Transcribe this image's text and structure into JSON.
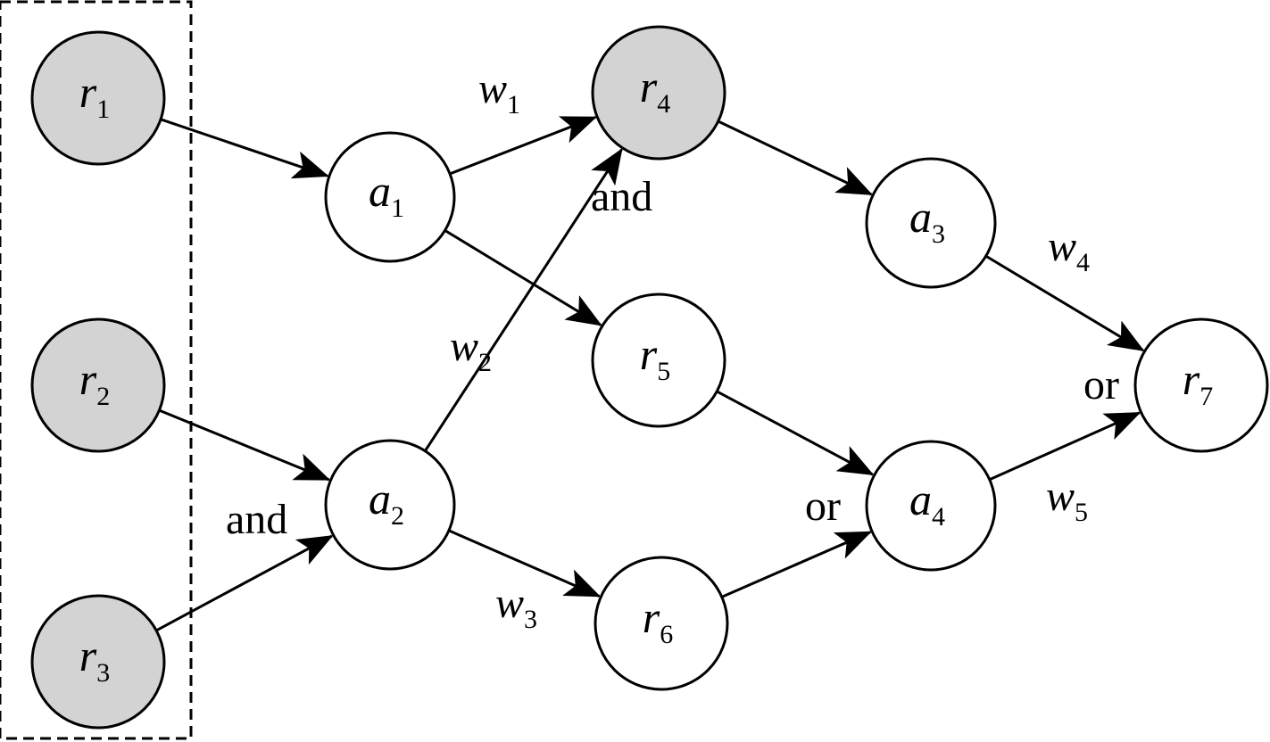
{
  "colors": {
    "shaded_fill": "#d3d3d3",
    "plain_fill": "#ffffff",
    "stroke": "#000000"
  },
  "nodes": [
    {
      "id": "r1",
      "base": "r",
      "sub": "1",
      "shaded": true
    },
    {
      "id": "r2",
      "base": "r",
      "sub": "2",
      "shaded": true
    },
    {
      "id": "r3",
      "base": "r",
      "sub": "3",
      "shaded": true
    },
    {
      "id": "a1",
      "base": "a",
      "sub": "1",
      "shaded": false
    },
    {
      "id": "a2",
      "base": "a",
      "sub": "2",
      "shaded": false
    },
    {
      "id": "r4",
      "base": "r",
      "sub": "4",
      "shaded": true
    },
    {
      "id": "r5",
      "base": "r",
      "sub": "5",
      "shaded": false
    },
    {
      "id": "r6",
      "base": "r",
      "sub": "6",
      "shaded": false
    },
    {
      "id": "a3",
      "base": "a",
      "sub": "3",
      "shaded": false
    },
    {
      "id": "a4",
      "base": "a",
      "sub": "4",
      "shaded": false
    },
    {
      "id": "r7",
      "base": "r",
      "sub": "7",
      "shaded": false
    }
  ],
  "edges": [
    {
      "from": "r1",
      "to": "a1"
    },
    {
      "from": "r2",
      "to": "a2"
    },
    {
      "from": "r3",
      "to": "a2"
    },
    {
      "from": "a1",
      "to": "r4"
    },
    {
      "from": "a1",
      "to": "r5"
    },
    {
      "from": "a2",
      "to": "r4"
    },
    {
      "from": "a2",
      "to": "r6"
    },
    {
      "from": "r4",
      "to": "a3"
    },
    {
      "from": "r5",
      "to": "a4"
    },
    {
      "from": "r6",
      "to": "a4"
    },
    {
      "from": "a3",
      "to": "r7"
    },
    {
      "from": "a4",
      "to": "r7"
    }
  ],
  "labels": [
    {
      "id": "w1",
      "base": "w",
      "sub": "1"
    },
    {
      "id": "w2",
      "base": "w",
      "sub": "2"
    },
    {
      "id": "w3",
      "base": "w",
      "sub": "3"
    },
    {
      "id": "w4",
      "base": "w",
      "sub": "4"
    },
    {
      "id": "w5",
      "base": "w",
      "sub": "5"
    },
    {
      "id": "and-a2",
      "text": "and"
    },
    {
      "id": "and-r4",
      "text": "and"
    },
    {
      "id": "or-a4",
      "text": "or"
    },
    {
      "id": "or-r7",
      "text": "or"
    }
  ]
}
